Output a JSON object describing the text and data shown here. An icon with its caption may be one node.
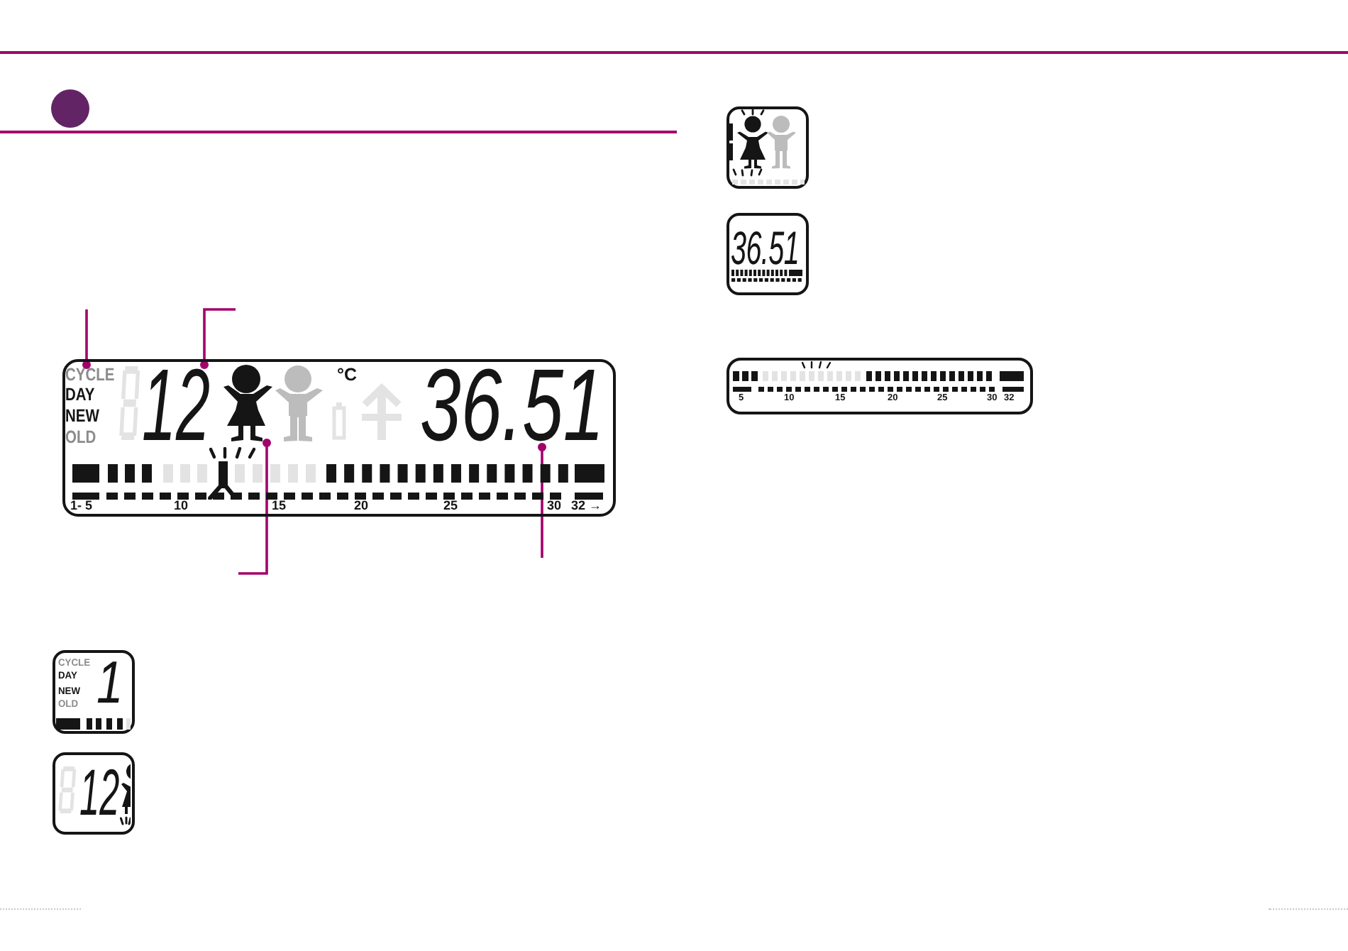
{
  "diagram": {
    "nodes": [
      {
        "text": [
          "°C",
          "1- 5",
          "10",
          "15",
          "20",
          "25",
          "30",
          "32 →"
        ]
      },
      {
        "text": [
          "CYCLE",
          "DAY",
          "NEW",
          "OLD"
        ],
        "in": 0
      },
      {
        "text": [
          "12"
        ],
        "in": 0
      },
      {
        "text": [],
        "shape": "person",
        "in": 0
      },
      {
        "text": [
          "36.51"
        ],
        "in": 0
      },
      {
        "text": [
          "CYCLE",
          "DAY",
          "NEW",
          "OLD",
          "1"
        ]
      },
      {
        "text": [
          "12"
        ]
      },
      {
        "text": [],
        "shape": "picture"
      },
      {
        "text": [
          "36.51"
        ]
      },
      {
        "text": [
          "5",
          "10",
          "15",
          "20",
          "25",
          "30",
          "32"
        ]
      }
    ],
    "edges": [
      {
        "from": null,
        "to": 1,
        "arrow": "other"
      },
      {
        "from": null,
        "to": 2,
        "arrow": "other"
      },
      {
        "from": null,
        "to": 3,
        "arrow": "other"
      },
      {
        "from": null,
        "to": 4,
        "arrow": "other"
      }
    ]
  }
}
